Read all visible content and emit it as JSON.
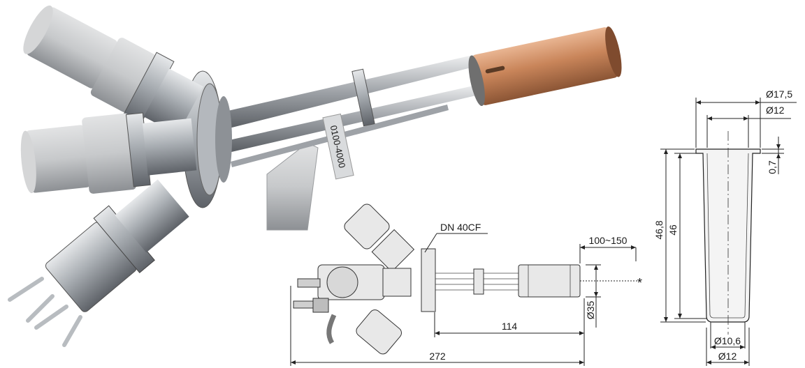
{
  "photo": {
    "label_plate": "0100-4000",
    "colors": {
      "copper": "#c9855a",
      "steel": "#b9bec4",
      "aluminium": "#cfd1d3",
      "dark": "#4a4d52"
    }
  },
  "drawing": {
    "flange_label": "DN 40CF",
    "dim_stroke": "100~150",
    "dim_length_front": "114",
    "dim_length_total": "272",
    "dim_diameter": "Ø35",
    "marker": "*"
  },
  "crucible": {
    "dim_outer_top": "Ø17,5",
    "dim_inner_top": "Ø12",
    "dim_lip": "0,7",
    "dim_height_total": "46,8",
    "dim_height_inner": "46",
    "dim_bottom_inner": "Ø10,6",
    "dim_bottom_outer": "Ø12"
  }
}
